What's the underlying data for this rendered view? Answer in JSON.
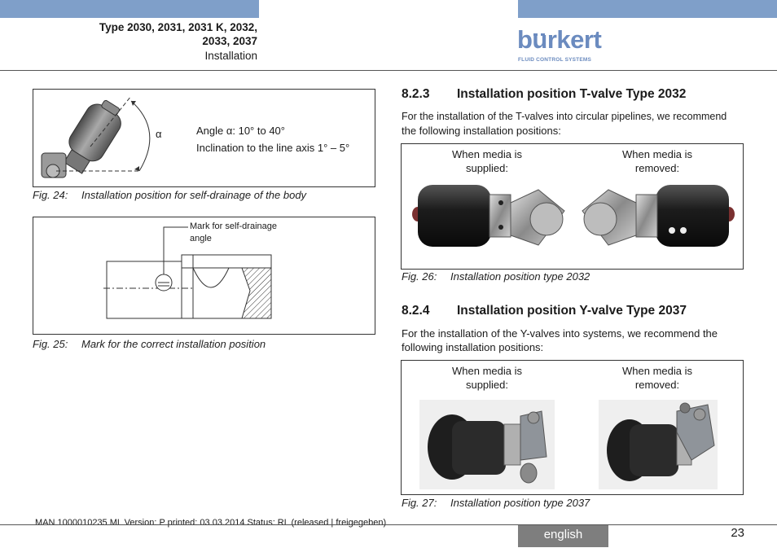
{
  "header": {
    "title_line1": "Type 2030, 2031, 2031 K, 2032,",
    "title_line2": "2033, 2037",
    "section": "Installation",
    "logo_word": "burkert",
    "logo_sub": "FLUID CONTROL SYSTEMS"
  },
  "fig24": {
    "alpha": "α",
    "angle_line": "Angle α: 10° to 40°",
    "inclination_line": "Inclination to the line axis 1° – 5°",
    "caption_num": "Fig. 24:",
    "caption_text": "Installation position for self-drainage of the body"
  },
  "fig25": {
    "label_line1": "Mark for self-drainage",
    "label_line2": "angle",
    "caption_num": "Fig. 25:",
    "caption_text": "Mark for the correct installation position"
  },
  "sec823": {
    "num": "8.2.3",
    "title": "Installation position T-valve Type 2032",
    "para_line1": "For the installation of the T-valves into circular pipelines, we recommend",
    "para_line2": "the following installation positions:",
    "col1_line1": "When media is",
    "col1_line2": "supplied:",
    "col2_line1": "When media is",
    "col2_line2": "removed:",
    "caption_num": "Fig. 26:",
    "caption_text": "Installation position type 2032"
  },
  "sec824": {
    "num": "8.2.4",
    "title": "Installation position Y-valve Type 2037",
    "para_line1": "For the installation of the Y-valves into systems, we recommend the",
    "para_line2": "following installation positions:",
    "col1_line1": "When media is",
    "col1_line2": "supplied:",
    "col2_line1": "When media is",
    "col2_line2": "removed:",
    "caption_num": "Fig. 27:",
    "caption_text": "Installation position type 2037"
  },
  "footer": {
    "doc_info": "MAN  1000010235  ML  Version: P  printed: 03.03.2014 Status: RL (released | freigegeben)",
    "language": "english",
    "page": "23"
  }
}
